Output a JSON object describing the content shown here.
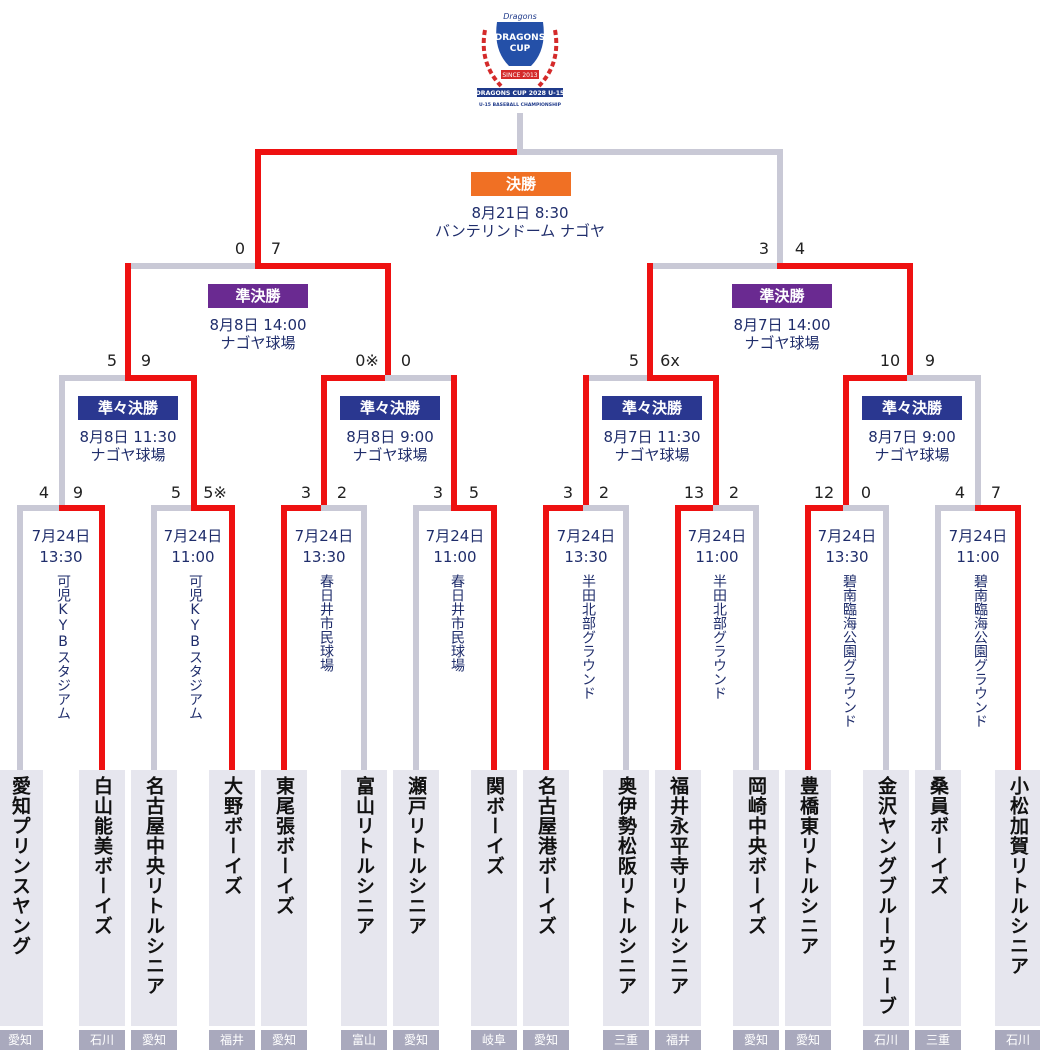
{
  "logo": {
    "text_top": "Dragons",
    "text_main": "DRAGONS CUP",
    "since": "SINCE 2013",
    "banner1": "DRAGONS CUP 2028 U-15",
    "banner2": "U-15 BASEBALL CHAMPIONSHIP"
  },
  "final": {
    "label": "決勝",
    "datetime": "8月21日 8:30",
    "venue": "バンテリンドーム ナゴヤ",
    "score_left": "0",
    "score_right": "7",
    "score_left2": "3",
    "score_right2": "4"
  },
  "semis": [
    {
      "label": "準決勝",
      "datetime": "8月8日 14:00",
      "venue": "ナゴヤ球場",
      "score_left": "5",
      "score_right": "9",
      "score_left2": "0※",
      "score_right2": "0"
    },
    {
      "label": "準決勝",
      "datetime": "8月7日 14:00",
      "venue": "ナゴヤ球場",
      "score_left": "5",
      "score_right": "6x",
      "score_left2": "10",
      "score_right2": "9"
    }
  ],
  "quarters": [
    {
      "label": "準々決勝",
      "datetime": "8月8日 11:30",
      "venue": "ナゴヤ球場"
    },
    {
      "label": "準々決勝",
      "datetime": "8月8日 9:00",
      "venue": "ナゴヤ球場"
    },
    {
      "label": "準々決勝",
      "datetime": "8月7日 11:30",
      "venue": "ナゴヤ球場"
    },
    {
      "label": "準々決勝",
      "datetime": "8月7日 9:00",
      "venue": "ナゴヤ球場"
    }
  ],
  "round1": [
    {
      "date": "7月24日",
      "time": "13:30",
      "venue": "可児KYBスタジアム",
      "score_left": "4",
      "score_right": "9"
    },
    {
      "date": "7月24日",
      "time": "11:00",
      "venue": "可児KYBスタジアム",
      "score_left": "5",
      "score_right": "5※"
    },
    {
      "date": "7月24日",
      "time": "13:30",
      "venue": "春日井市民球場",
      "score_left": "3",
      "score_right": "2"
    },
    {
      "date": "7月24日",
      "time": "11:00",
      "venue": "春日井市民球場",
      "score_left": "3",
      "score_right": "5"
    },
    {
      "date": "7月24日",
      "time": "13:30",
      "venue": "半田北部グラウンド",
      "score_left": "3",
      "score_right": "2"
    },
    {
      "date": "7月24日",
      "time": "11:00",
      "venue": "半田北部グラウンド",
      "score_left": "13",
      "score_right": "2"
    },
    {
      "date": "7月24日",
      "time": "13:30",
      "venue": "碧南臨海公園グラウンド",
      "score_left": "12",
      "score_right": "0"
    },
    {
      "date": "7月24日",
      "time": "11:00",
      "venue": "碧南臨海公園グラウンド",
      "score_left": "4",
      "score_right": "7"
    }
  ],
  "teams": [
    {
      "name": "愛知プリンスヤング",
      "pref": "愛知"
    },
    {
      "name": "白山能美ボーイズ",
      "pref": "石川"
    },
    {
      "name": "名古屋中央リトルシニア",
      "pref": "愛知"
    },
    {
      "name": "大野ボーイズ",
      "pref": "福井"
    },
    {
      "name": "東尾張ボーイズ",
      "pref": "愛知"
    },
    {
      "name": "富山リトルシニア",
      "pref": "富山"
    },
    {
      "name": "瀬戸リトルシニア",
      "pref": "愛知"
    },
    {
      "name": "関ボーイズ",
      "pref": "岐阜"
    },
    {
      "name": "名古屋港ボーイズ",
      "pref": "愛知"
    },
    {
      "name": "奥伊勢松阪リトルシニア",
      "pref": "三重"
    },
    {
      "name": "福井永平寺リトルシニア",
      "pref": "福井"
    },
    {
      "name": "岡崎中央ボーイズ",
      "pref": "愛知"
    },
    {
      "name": "豊橋東リトルシニア",
      "pref": "愛知"
    },
    {
      "name": "金沢ヤングブルーウェーブ",
      "pref": "石川"
    },
    {
      "name": "桑員ボーイズ",
      "pref": "三重"
    },
    {
      "name": "小松加賀リトルシニア",
      "pref": "石川"
    }
  ],
  "colors": {
    "win": "#ee1111",
    "lose": "#c9c9d6",
    "final": "#f07024",
    "semi": "#6a2a91",
    "quarter": "#2a3790"
  }
}
